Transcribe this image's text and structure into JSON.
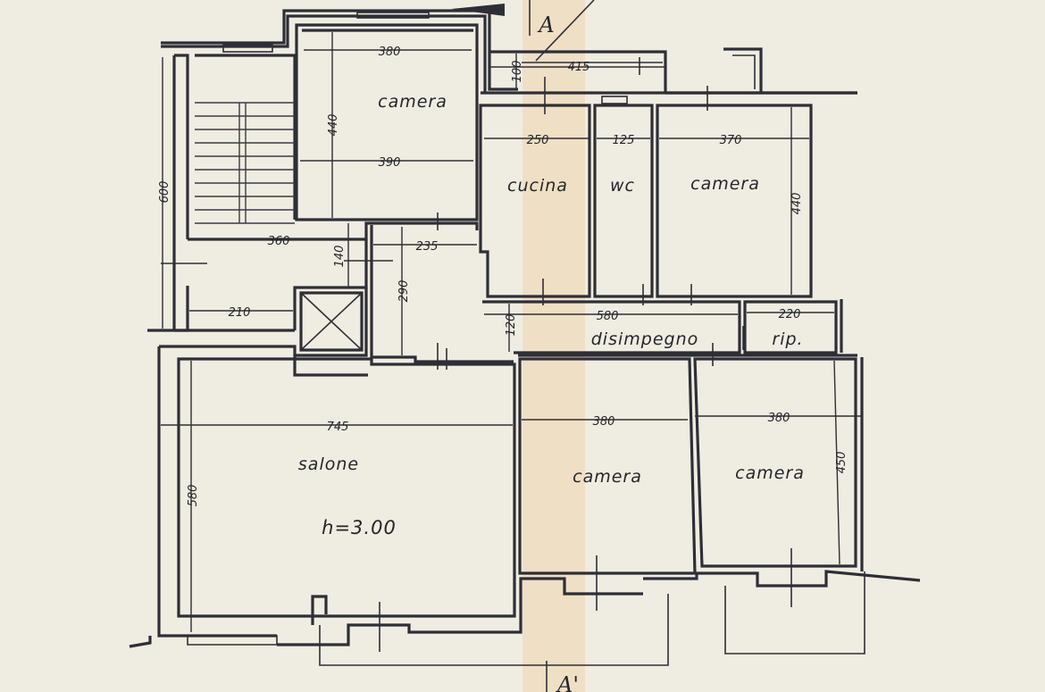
{
  "rooms": {
    "camera_top": "camera",
    "cucina": "cucina",
    "wc": "wc",
    "camera_right": "camera",
    "disimpegno": "disimpegno",
    "rip": "rip.",
    "salone": "salone",
    "salone_height": "h=3.00",
    "camera_bottom_mid": "camera",
    "camera_bottom_right": "camera"
  },
  "dimensions": {
    "d380_top": "380",
    "d440_left": "440",
    "d390": "390",
    "d100": "100",
    "d415": "415",
    "d250": "250",
    "d125": "125",
    "d370": "370",
    "d440_right": "440",
    "d600": "600",
    "d360": "360",
    "d140": "140",
    "d235": "235",
    "d290": "290",
    "d210": "210",
    "d120": "120",
    "d580_corridor": "580",
    "d220": "220",
    "d745": "745",
    "d580_salone": "580",
    "d380_mid": "380",
    "d380_right": "380",
    "d450": "450"
  },
  "section": {
    "top": "A",
    "bottom": "A'"
  }
}
